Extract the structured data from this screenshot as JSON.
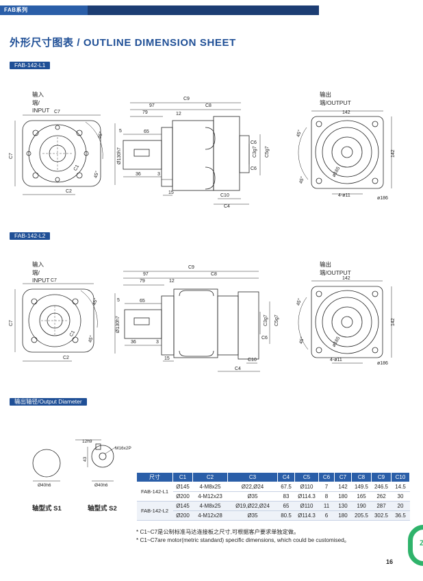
{
  "header": {
    "series": "FAB系列"
  },
  "title": "外形尺寸图表 / OUTLINE DIMENSION SHEET",
  "sections": {
    "l1_tag": "FAB-142-L1",
    "l2_tag": "FAB-142-L2",
    "output_tag": "输出轴径/Output Diameter"
  },
  "views": {
    "input": "输入端/ INPUT",
    "output": "输出端/OUTPUT"
  },
  "dims": {
    "C1": "C1",
    "C2": "C2",
    "C3": "C3",
    "C4": "C4",
    "C5": "C5",
    "C6": "C6",
    "C7": "C7",
    "C8": "C8",
    "C9": "C9",
    "C10": "C10",
    "d97": "97",
    "d79": "79",
    "d12": "12",
    "d5": "5",
    "d65": "65",
    "d36": "36",
    "d3": "3",
    "d15": "15",
    "d142": "142",
    "d165": "ø165",
    "d4011": "4-ø11",
    "d186": "ø186",
    "d130": "Ø130h7",
    "a45": "45°",
    "c3g7": "C3g7",
    "c5g7": "C5g7"
  },
  "shafts": {
    "s1_label": "轴型式  S1",
    "s2_label": "轴型式  S2",
    "s1_dia": "Ø40h6",
    "s2_dia": "Ø40h6",
    "key_w": "12h9",
    "key_h": "43",
    "thread": "M16x2P"
  },
  "table": {
    "headers": [
      "尺寸",
      "C1",
      "C2",
      "C3",
      "C4",
      "C5",
      "C6",
      "C7",
      "C8",
      "C9",
      "C10"
    ],
    "rows": [
      {
        "model": "FAB-142-L1",
        "cells": [
          "Ø145",
          "4-M8x25",
          "Ø22,Ø24",
          "67.5",
          "Ø110",
          "7",
          "142",
          "149.5",
          "246.5",
          "14.5"
        ]
      },
      {
        "model": "",
        "cells": [
          "Ø200",
          "4-M12x23",
          "Ø35",
          "83",
          "Ø114.3",
          "8",
          "180",
          "165",
          "262",
          "30"
        ]
      },
      {
        "model": "FAB-142-L2",
        "cells": [
          "Ø145",
          "4-M8x25",
          "Ø19,Ø22,Ø24",
          "65",
          "Ø110",
          "11",
          "130",
          "190",
          "287",
          "20"
        ]
      },
      {
        "model": "",
        "cells": [
          "Ø200",
          "4-M12x28",
          "Ø35",
          "80.5",
          "Ø114.3",
          "6",
          "180",
          "205.5",
          "302.5",
          "36.5"
        ]
      }
    ]
  },
  "notes": [
    "* C1~C7是公制标准马达连接板之尺寸,可根据客户要求单独定做。",
    "* C1~C7are motor(metric standard)  specific dimensions, which could be customised。"
  ],
  "page_number": "16",
  "colors": {
    "brand_blue": "#1f4f96",
    "bar_blue": "#2a5ea8",
    "dark_blue": "#1c3d73",
    "green": "#2fb36b"
  }
}
